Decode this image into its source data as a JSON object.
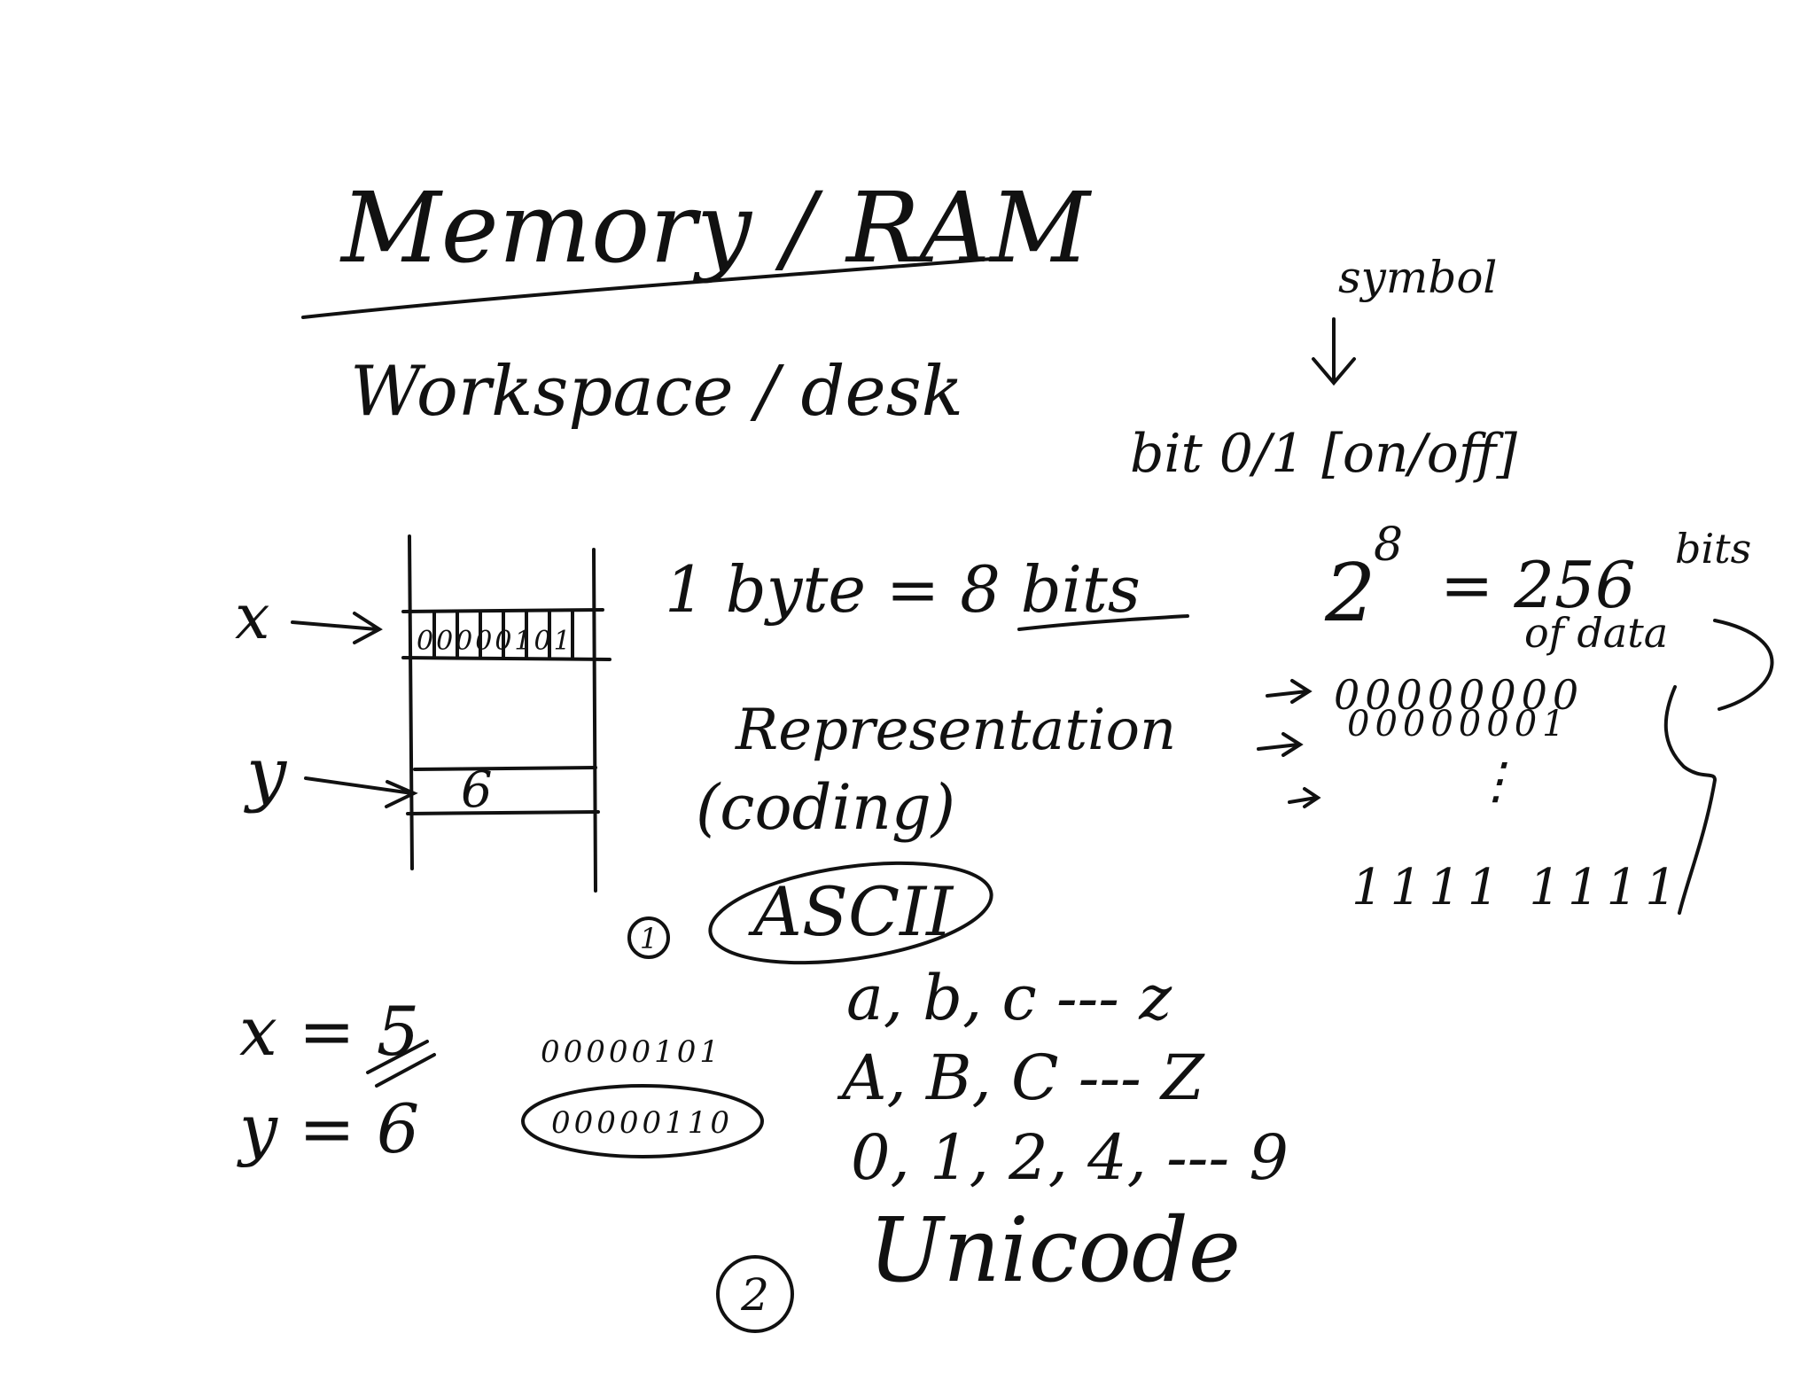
{
  "title": "Memory / RAM",
  "subtitle": "Workspace / desk",
  "symbol_note": {
    "label": "symbol",
    "text": "bit 0/1 [on/off]"
  },
  "memory_diagram": {
    "x_label": "x",
    "y_label": "y",
    "x_cell_bits": "00000101",
    "y_cell_value": "6"
  },
  "byte_note": {
    "text": "1 byte = 8 bits"
  },
  "power_note": {
    "base": "2",
    "exponent": "8",
    "result": "= 256",
    "suffix_line1": "bits",
    "suffix_line2": "of data"
  },
  "representation": {
    "line1": "Representation",
    "line2": "(coding)"
  },
  "binary_list": {
    "first": "00000000",
    "second": "00000001",
    "dots": "⋮",
    "last": "1111 1111"
  },
  "ascii": {
    "number": "1",
    "label": "ASCII"
  },
  "assignments": {
    "x": "x = 5",
    "y": "y = 6"
  },
  "binary_examples": {
    "x_binary": "00000101",
    "y_binary": "00000110"
  },
  "charsets": {
    "lower": "a, b, c --- z",
    "upper": "A, B, C --- Z",
    "digits": "0, 1, 2, 4, --- 9"
  },
  "unicode": {
    "number": "2",
    "label": "Unicode"
  },
  "colors": {
    "ink": "#111111",
    "background": "#ffffff"
  }
}
